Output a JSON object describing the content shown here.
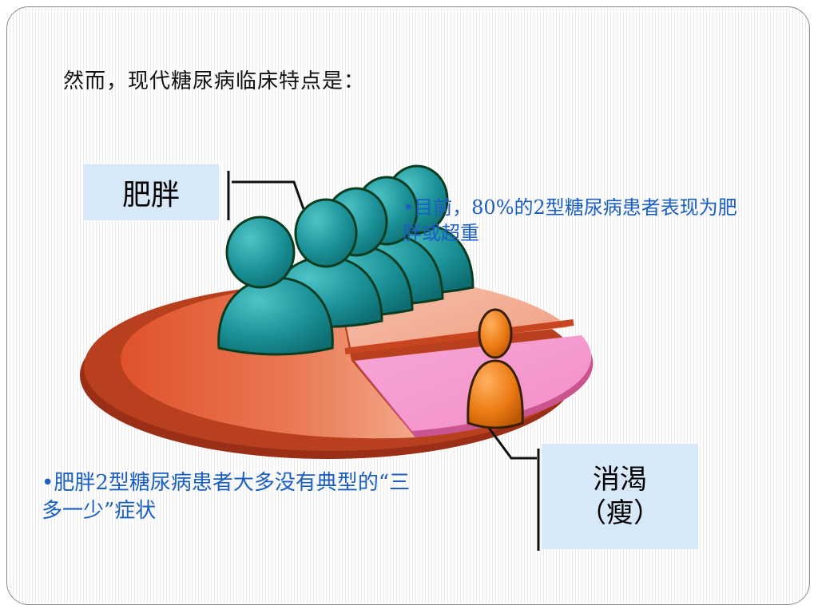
{
  "slide": {
    "title": "然而，现代糖尿病临床特点是：",
    "label_fat": "肥胖",
    "label_thin_line1": "消渴",
    "label_thin_line2": "（瘦）",
    "note_top": "•目前，80%的2型糖尿病患者表现为肥胖或超重",
    "note_bottom": "•肥胖2型糖尿病患者大多没有典型的“三多一少”症状"
  },
  "colors": {
    "pie_large": "#e8683f",
    "pie_light": "#f4b39a",
    "pie_pink": "#f59ad0",
    "pie_rim": "#a8341a",
    "people_teal": "#1e9aa0",
    "person_orange": "#e87511",
    "label_bg": "#d7e8f8",
    "note_text": "#1b5fc0"
  },
  "icons": [
    "person-group-icon",
    "person-icon"
  ]
}
